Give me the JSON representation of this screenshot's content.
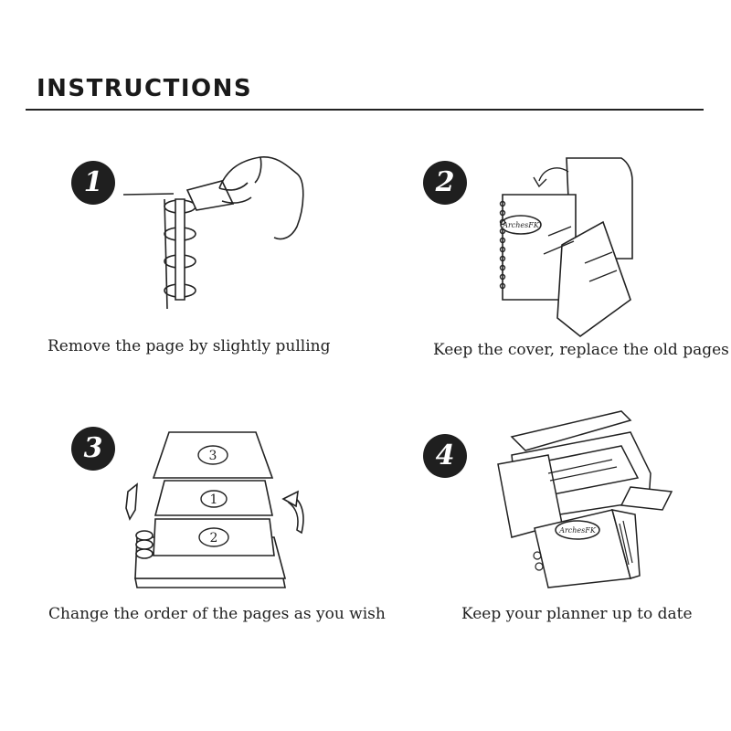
{
  "header": {
    "title": "INSTRUCTIONS"
  },
  "steps": [
    {
      "number": "1",
      "caption": "Remove the page by slightly pulling"
    },
    {
      "number": "2",
      "caption": "Keep the cover, replace the old pages"
    },
    {
      "number": "3",
      "caption": "Change the order of the pages as you wish",
      "page_labels": [
        "3",
        "1",
        "2"
      ]
    },
    {
      "number": "4",
      "caption": "Keep your planner up to date"
    }
  ],
  "brand": {
    "cover_logo_text": "ArchesFK"
  },
  "colors": {
    "badge_bg": "#1f1f1f",
    "ink": "#222222"
  }
}
